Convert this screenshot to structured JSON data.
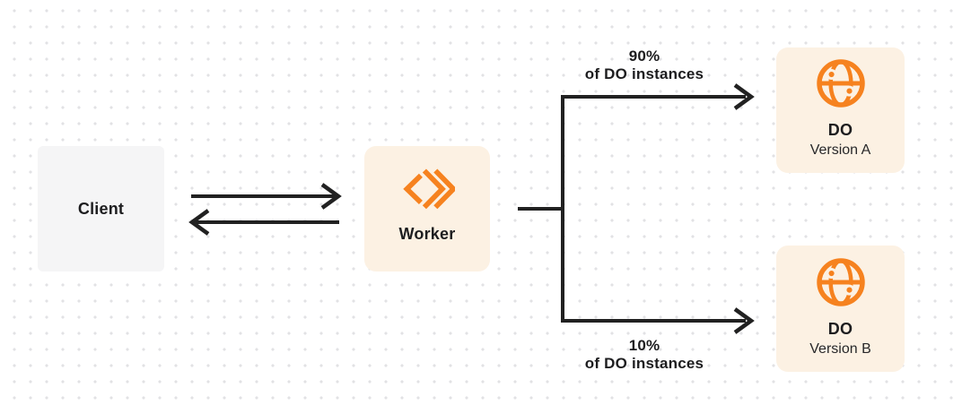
{
  "diagram": {
    "client": {
      "label": "Client"
    },
    "worker": {
      "label": "Worker"
    },
    "do_version_a": {
      "title": "DO",
      "subtitle": "Version A"
    },
    "do_version_b": {
      "title": "DO",
      "subtitle": "Version B"
    },
    "branch_top": {
      "percent": "90%",
      "caption": "of DO instances"
    },
    "branch_bottom": {
      "percent": "10%",
      "caption": "of DO instances"
    }
  },
  "icons": {
    "worker_icon": "code-chevrons-icon",
    "do_icon": "globe-nodes-icon"
  },
  "colors": {
    "accent_orange": "#F6821F",
    "card_cream": "#FCF1E3",
    "card_gray": "#F5F5F6",
    "line_dark": "#212121",
    "dot_grid": "#E2E2E4",
    "background": "#FFFFFF",
    "text_dark": "#1D1D1F"
  }
}
